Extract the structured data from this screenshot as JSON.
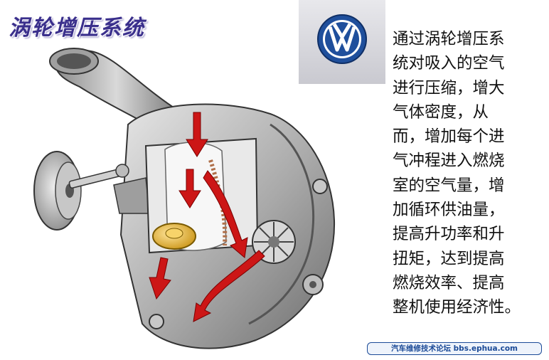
{
  "title": "涡轮增压系统",
  "logo_icon": "volkswagen-logo-icon",
  "description": "通过涡轮增压系\n统对吸入的空气\n进行压缩，增大\n气体密度，从\n而，增加每个进\n气冲程进入燃烧\n室的空气量，增\n加循环供油量，\n提高升功率和升\n扭矩，达到提高\n燃烧效率、提高\n整机使用经济性。",
  "forum_banner": "汽车维修技术论坛 bbs.ephua.com",
  "colors": {
    "title": "#3a2f8c",
    "arrow": "#cc1616",
    "logo_blue": "#1f4f9c",
    "banner": "#1b4a97"
  }
}
